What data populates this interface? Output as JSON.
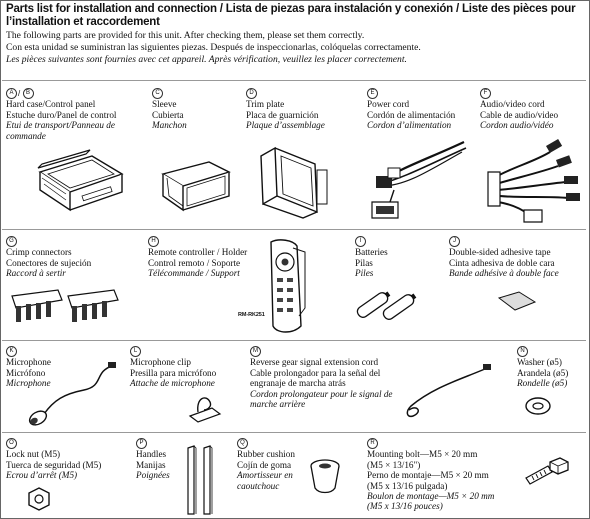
{
  "header": {
    "title": "Parts list for installation and connection / Lista de piezas para instalación y conexión / Liste des pièces pour l’installation et raccordement",
    "intro_en": "The following parts are provided for this unit. After checking them, please set them correctly.",
    "intro_es": "Con esta unidad se suministran las siguientes piezas. Después de inspeccionarlas, colóquelas correctamente.",
    "intro_fr": "Les pièces suivantes sont fournies avec cet appareil. Après vérification, veuillez les placer correctement."
  },
  "parts": {
    "a": {
      "letter1": "A",
      "sep": "/",
      "letter2": "B",
      "en": "Hard case/Control panel",
      "es": "Estuche duro/Panel de control",
      "fr1": "Etui de transport/Panneau de",
      "fr2": "commande"
    },
    "c": {
      "letter": "C",
      "en": "Sleeve",
      "es": "Cubierta",
      "fr": "Manchon"
    },
    "d": {
      "letter": "D",
      "en": "Trim plate",
      "es": "Placa de guarnición",
      "fr": "Plaque d’assemblage"
    },
    "e": {
      "letter": "E",
      "en": "Power cord",
      "es": "Cordón de alimentación",
      "fr": "Cordon d’alimentation"
    },
    "f": {
      "letter": "F",
      "en": "Audio/video cord",
      "es": "Cable de audio/video",
      "fr": "Cordon audio/vidéo"
    },
    "g": {
      "letter": "G",
      "en": "Crimp connectors",
      "es": "Conectores de sujeción",
      "fr": "Raccord à sertir"
    },
    "h": {
      "letter": "H",
      "en": "Remote controller / Holder",
      "es": "Control remoto / Soporte",
      "fr": "Télécommande / Support",
      "model": "RM-RK251"
    },
    "i": {
      "letter": "I",
      "en": "Batteries",
      "es": "Pilas",
      "fr": "Piles"
    },
    "j": {
      "letter": "J",
      "en": "Double-sided adhesive tape",
      "es": "Cinta adhesiva de doble cara",
      "fr": "Bande adhésive à double face"
    },
    "k": {
      "letter": "K",
      "en": "Microphone",
      "es": "Micrófono",
      "fr": "Microphone"
    },
    "l": {
      "letter": "L",
      "en": "Microphone clip",
      "es": "Presilla para micrófono",
      "fr": "Attache de microphone"
    },
    "m": {
      "letter": "M",
      "en": "Reverse gear signal extension cord",
      "es1": "Cable prolongador para la señal del",
      "es2": "engranaje de marcha atrás",
      "fr1": "Cordon prolongateur pour le signal de",
      "fr2": "marche arrière"
    },
    "n": {
      "letter": "N",
      "en": "Washer (ø5)",
      "es": "Arandela (ø5)",
      "fr": "Rondelle (ø5)"
    },
    "o": {
      "letter": "O",
      "en": "Lock nut (M5)",
      "es": "Tuerca de seguridad (M5)",
      "fr": "Ecrou d’arrêt (M5)"
    },
    "p": {
      "letter": "P",
      "en": "Handles",
      "es": "Manijas",
      "fr": "Poignées"
    },
    "q": {
      "letter": "Q",
      "en": "Rubber cushion",
      "es": "Cojín de goma",
      "fr1": "Amortisseur en",
      "fr2": "caoutchouc"
    },
    "r": {
      "letter": "R",
      "en1": "Mounting bolt—M5 × 20 mm",
      "en2": "(M5 × 13/16\")",
      "es1": "Perno de montaje—M5 × 20 mm",
      "es2": "(M5 x 13/16 pulgada)",
      "fr1": "Boulon de montage—M5 × 20 mm",
      "fr2": "(M5 x 13/16 pouces)"
    }
  }
}
